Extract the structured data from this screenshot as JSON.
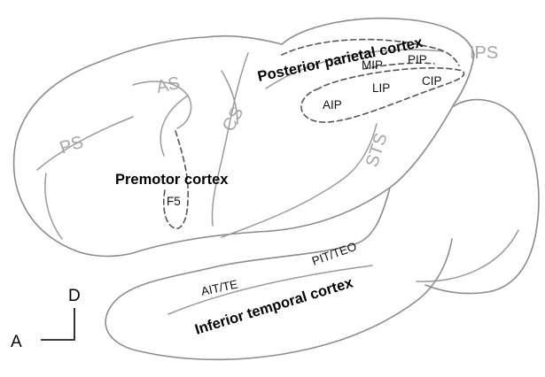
{
  "regions": {
    "posterior_parietal": "Posterior parietal cortex",
    "premotor": "Premotor cortex",
    "inferior_temporal": "Inferior temporal cortex"
  },
  "sulci": {
    "ps": "PS",
    "as": "AS",
    "cs": "CS",
    "ips": "IPS",
    "sts": "STS"
  },
  "areas": {
    "mip": "MIP",
    "pip": "PIP",
    "lip": "LIP",
    "cip": "CIP",
    "aip": "AIP",
    "f5": "F5",
    "ait_te": "AIT/TE",
    "pit_teo": "PIT/TEO"
  },
  "axes": {
    "dorsal": "D",
    "anterior": "A"
  }
}
